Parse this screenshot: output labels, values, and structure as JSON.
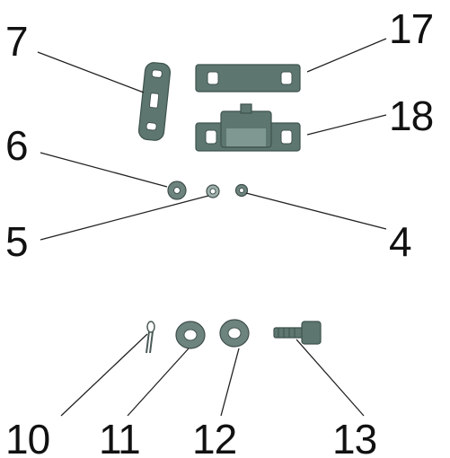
{
  "diagram": {
    "labels": {
      "p7": "7",
      "p17": "17",
      "p18": "18",
      "p6": "6",
      "p5": "5",
      "p4": "4",
      "p10": "10",
      "p11": "11",
      "p12": "12",
      "p13": "13"
    },
    "colors": {
      "part_fill": "#5d7670",
      "part_stroke": "#3e524d",
      "leader": "#222222",
      "text": "#111111"
    }
  }
}
